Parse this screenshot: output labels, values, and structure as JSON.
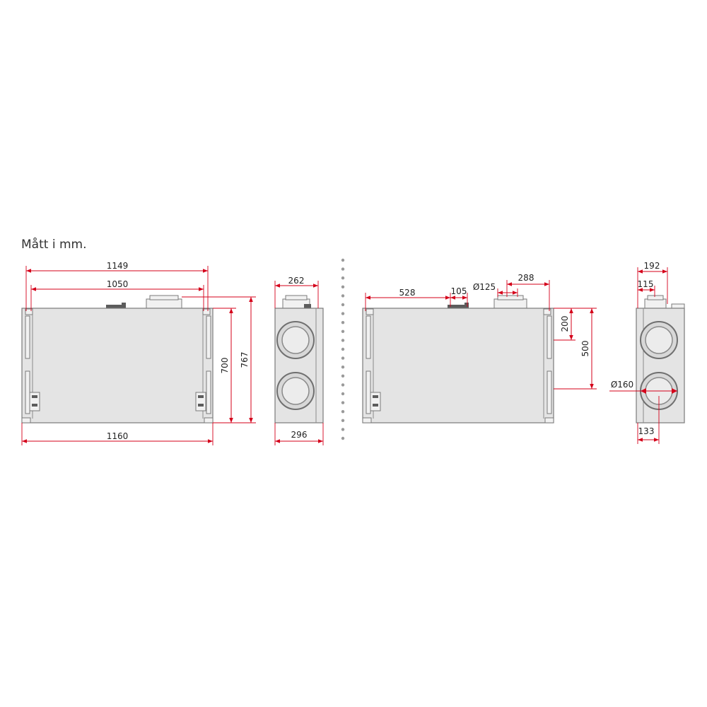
{
  "caption": "Mått i mm.",
  "colors": {
    "dimension": "#d4001a",
    "unit_fill": "#e4e4e4",
    "outline": "#7a7a7a",
    "separator": "#9a9a9a"
  },
  "dimensions": {
    "front_width_total": "1149",
    "front_width_inner": "1050",
    "front_width_base": "1160",
    "front_height_body": "700",
    "front_height_total": "767",
    "side_depth_top": "262",
    "side_depth_bottom": "296",
    "rear_offset_528": "528",
    "rear_offset_105": "105",
    "rear_dia_125": "Ø125",
    "rear_offset_288": "288",
    "rear_height_200": "200",
    "rear_height_500": "500",
    "end_width_192": "192",
    "end_width_115": "115",
    "end_dia_160": "Ø160",
    "end_width_133": "133"
  }
}
